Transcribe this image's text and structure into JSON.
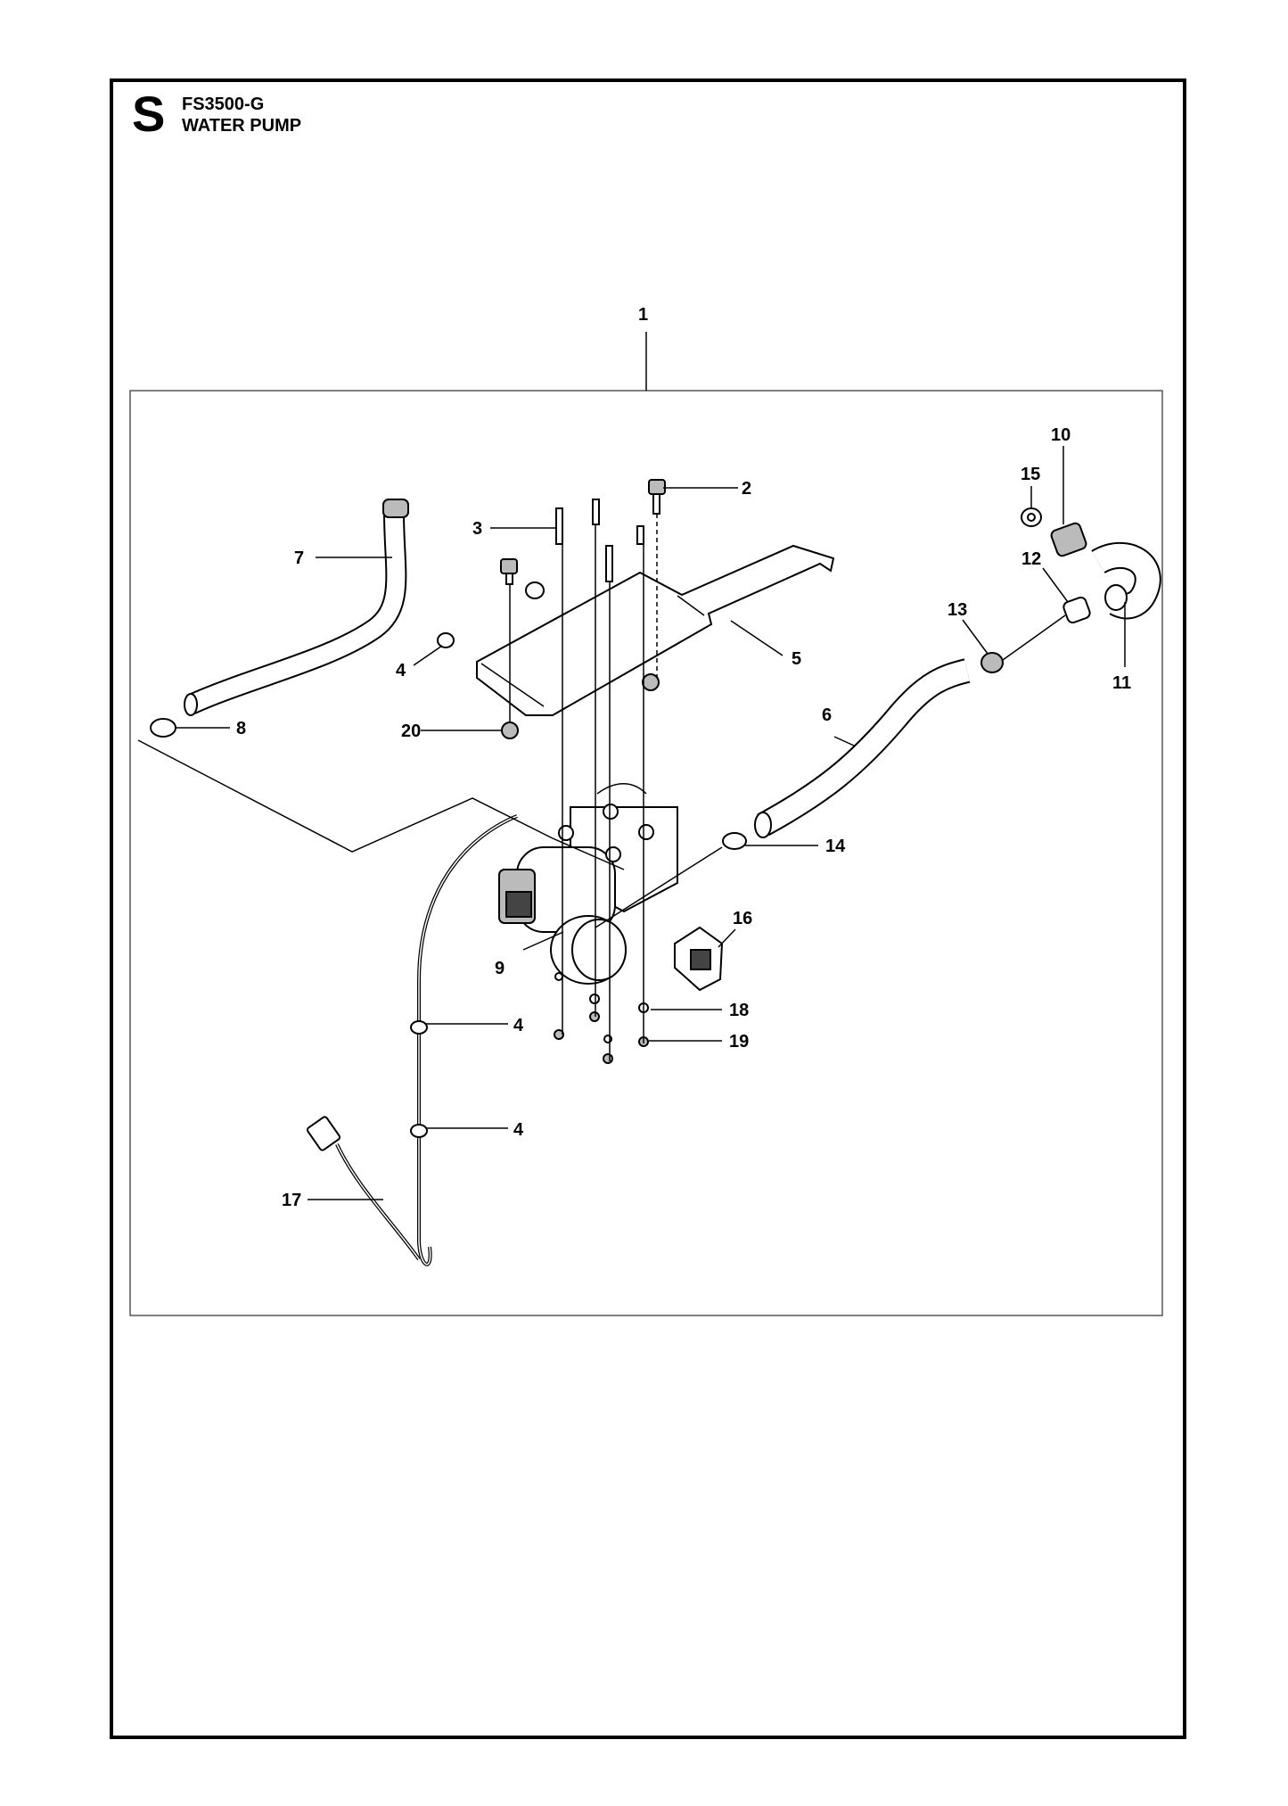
{
  "header": {
    "section_letter": "S",
    "model": "FS3500-G",
    "title": "WATER PUMP"
  },
  "callouts": {
    "c1": "1",
    "c2": "2",
    "c3": "3",
    "c4a": "4",
    "c4b": "4",
    "c4c": "4",
    "c5": "5",
    "c6": "6",
    "c7": "7",
    "c8": "8",
    "c9": "9",
    "c10": "10",
    "c11": "11",
    "c12": "12",
    "c13": "13",
    "c14": "14",
    "c15": "15",
    "c16": "16",
    "c17": "17",
    "c18": "18",
    "c19": "19",
    "c20": "20"
  }
}
